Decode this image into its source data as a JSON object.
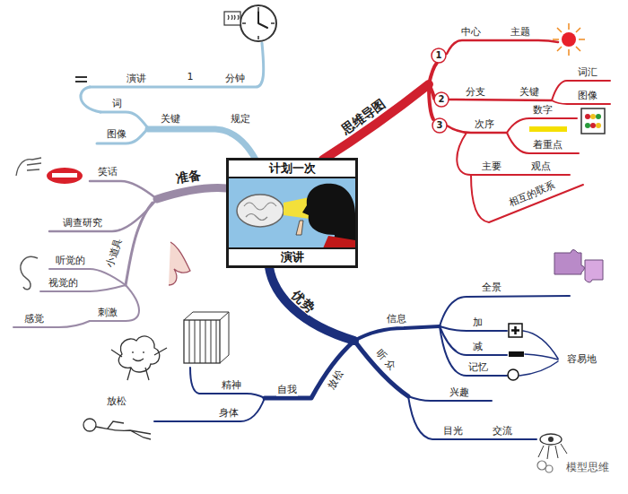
{
  "diagram": {
    "nodes": [
      {
        "text": [
          "计划一次",
          "演讲"
        ]
      }
    ],
    "labels": [
      "规定",
      "关键",
      "词",
      "图像",
      "演讲",
      "1",
      "分钟",
      "思维导图",
      "1",
      "中心",
      "主题",
      "2",
      "分支",
      "关键",
      "词汇",
      "图像",
      "3",
      "次序",
      "数字",
      "着重点",
      "主要",
      "观点",
      "相互的联系",
      "准备",
      "笑话",
      "调查研究",
      "小道具",
      "听觉的",
      "视觉的",
      "感觉",
      "刺激",
      "优势",
      "信息",
      "全景",
      "加",
      "减",
      "记忆",
      "容易地",
      "听众",
      "兴趣",
      "目光",
      "交流",
      "放松",
      "自我",
      "精神",
      "身体",
      "放松",
      "模型思维"
    ]
  }
}
